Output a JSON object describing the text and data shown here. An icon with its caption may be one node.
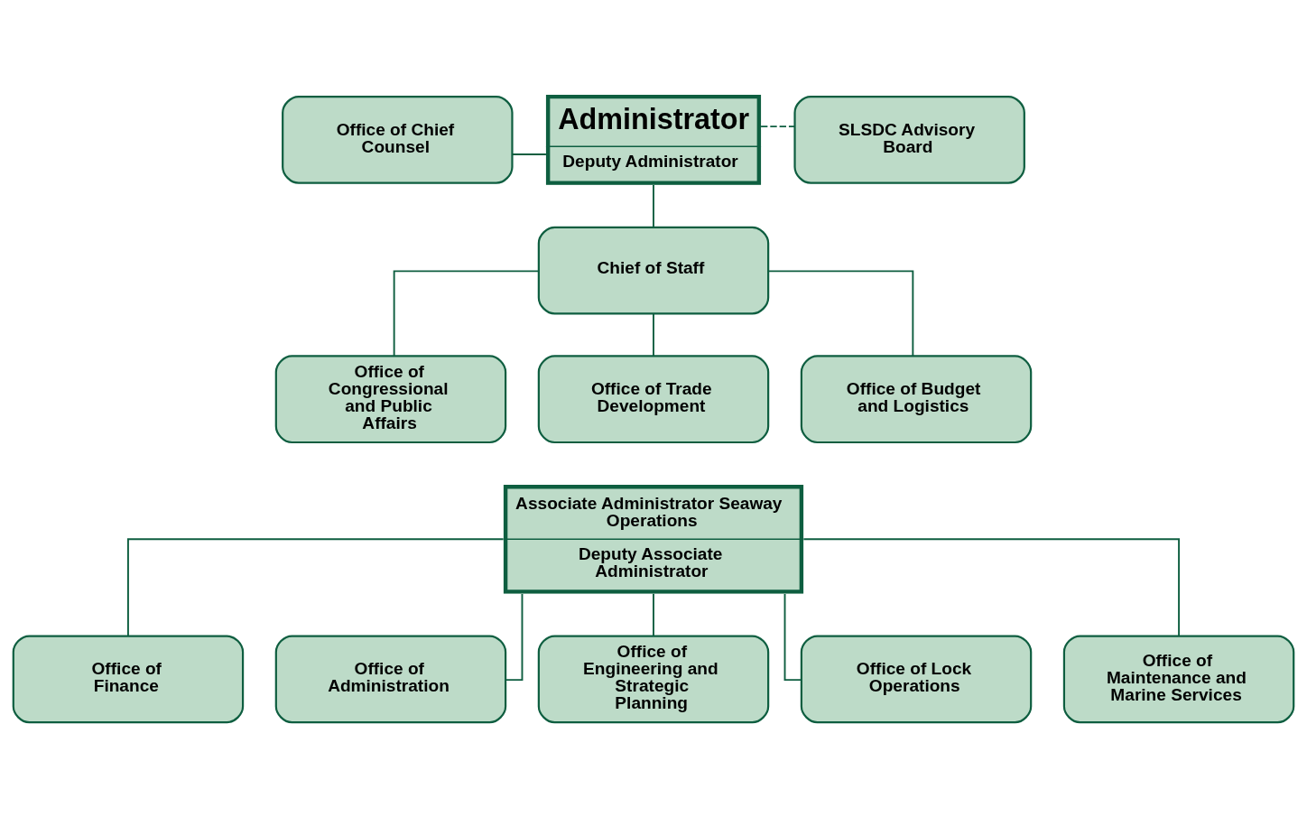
{
  "diagram": {
    "nodes": [
      {
        "text": [
          "Office of Chief Counsel"
        ]
      },
      {
        "text": [
          "Administrator",
          "Deputy Administrator"
        ]
      },
      {
        "text": [
          "SLSDC Advisory Board"
        ]
      },
      {
        "text": [
          "Chief of Staff"
        ]
      },
      {
        "text": [
          "Office of Congressional and Public Affairs"
        ]
      },
      {
        "text": [
          "Office of Trade Development"
        ]
      },
      {
        "text": [
          "Office of Budget and Logistics"
        ]
      },
      {
        "text": [
          "Associate Administrator Seaway Operations",
          "Deputy Associate Administrator"
        ]
      },
      {
        "text": [
          "Office of Finance"
        ]
      },
      {
        "text": [
          "Office of Administration"
        ]
      },
      {
        "text": [
          "Office of Engineering and Strategic Planning"
        ]
      },
      {
        "text": [
          "Office of Lock Operations"
        ]
      },
      {
        "text": [
          "Office of Maintenance and Marine Services"
        ]
      }
    ],
    "edges": [
      {
        "from": 1,
        "to": 0,
        "arrow": "none"
      },
      {
        "from": 1,
        "to": 2,
        "arrow": "none",
        "style": "dashed"
      },
      {
        "from": 1,
        "to": 3,
        "arrow": "none"
      },
      {
        "from": 3,
        "to": 4,
        "arrow": "none"
      },
      {
        "from": 3,
        "to": 5,
        "arrow": "none"
      },
      {
        "from": 3,
        "to": 6,
        "arrow": "none"
      },
      {
        "from": 7,
        "to": 8,
        "arrow": "none"
      },
      {
        "from": 7,
        "to": 9,
        "arrow": "none"
      },
      {
        "from": 7,
        "to": 10,
        "arrow": "none"
      },
      {
        "from": 7,
        "to": 11,
        "arrow": "none"
      },
      {
        "from": 7,
        "to": 12,
        "arrow": "none"
      }
    ]
  }
}
